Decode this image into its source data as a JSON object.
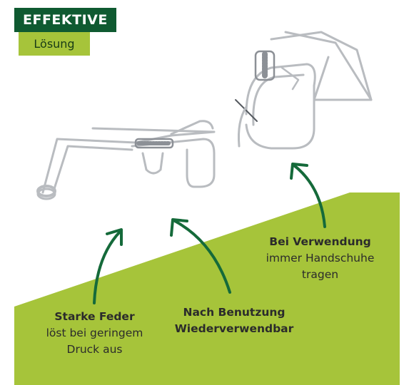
{
  "badge": {
    "title": "EFFEKTIVE",
    "subtitle": "Lösung"
  },
  "captions": {
    "feder": {
      "heading": "Starke Feder",
      "line1": "löst bei geringem",
      "line2": "Druck aus"
    },
    "nach": {
      "line1": "Nach Benutzung",
      "line2": "Wiederverwendbar"
    },
    "bei": {
      "heading": "Bei Verwendung",
      "line1": "immer Handschuhe",
      "line2": "tragen"
    }
  },
  "colors": {
    "dark_green": "#0f5a31",
    "light_green": "#a6c43a",
    "arrow": "#156a3a",
    "wire": "#b9bcc0",
    "text": "#2b2b2b"
  },
  "icons": [
    "mole-trap-open-illustration",
    "mole-trap-closed-illustration",
    "curved-arrow-icon"
  ]
}
